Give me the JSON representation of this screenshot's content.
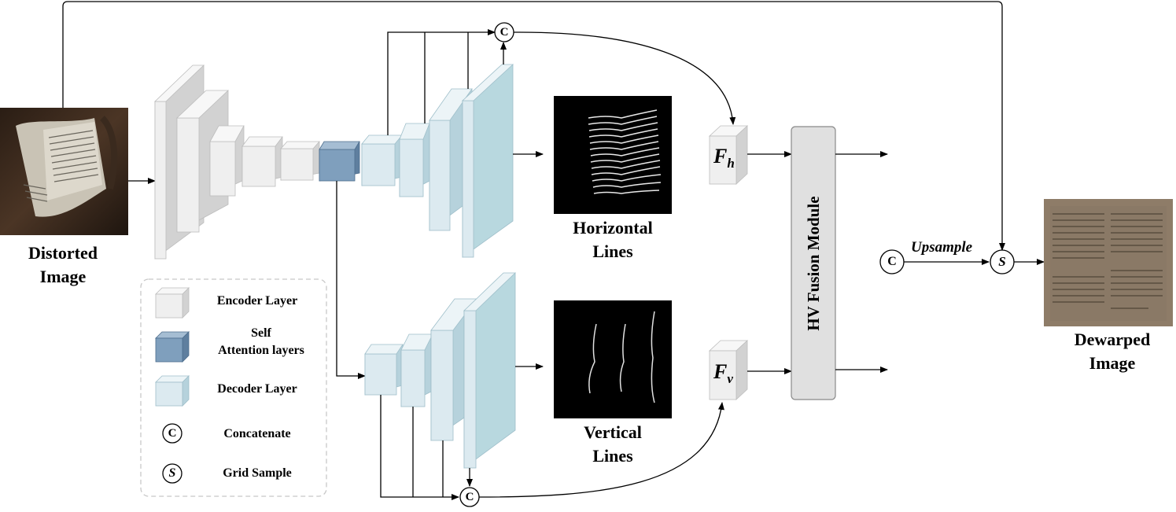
{
  "labels": {
    "distorted_line1": "Distorted",
    "distorted_line2": "Image",
    "horizontal_line1": "Horizontal",
    "horizontal_line2": "Lines",
    "vertical_line1": "Vertical",
    "vertical_line2": "Lines",
    "dewarped_line1": "Dewarped",
    "dewarped_line2": "Image",
    "hv_fusion": "HV Fusion Module",
    "upsample": "Upsample",
    "fh_base": "F",
    "fh_sub": "h",
    "fv_base": "F",
    "fv_sub": "v",
    "concat_symbol": "C",
    "grid_symbol": "S"
  },
  "legend": {
    "encoder": "Encoder Layer",
    "self_attn_line1": "Self",
    "self_attn_line2": "Attention layers",
    "decoder": "Decoder Layer",
    "concatenate": "Concatenate",
    "grid_sample": "Grid Sample"
  },
  "colors": {
    "encoder_front": "#efefef",
    "encoder_side": "#d2d2d2",
    "encoder_top": "#f7f7f7",
    "attention_front": "#7f9fbd",
    "attention_side": "#5f7f9f",
    "attention_top": "#a5bdd3",
    "decoder_front": "#dceaf0",
    "decoder_side": "#b6d2dc",
    "decoder_top": "#ecf4f7",
    "decoder_big": "#b8d8df",
    "fusion_box": "#e0e0e0"
  }
}
